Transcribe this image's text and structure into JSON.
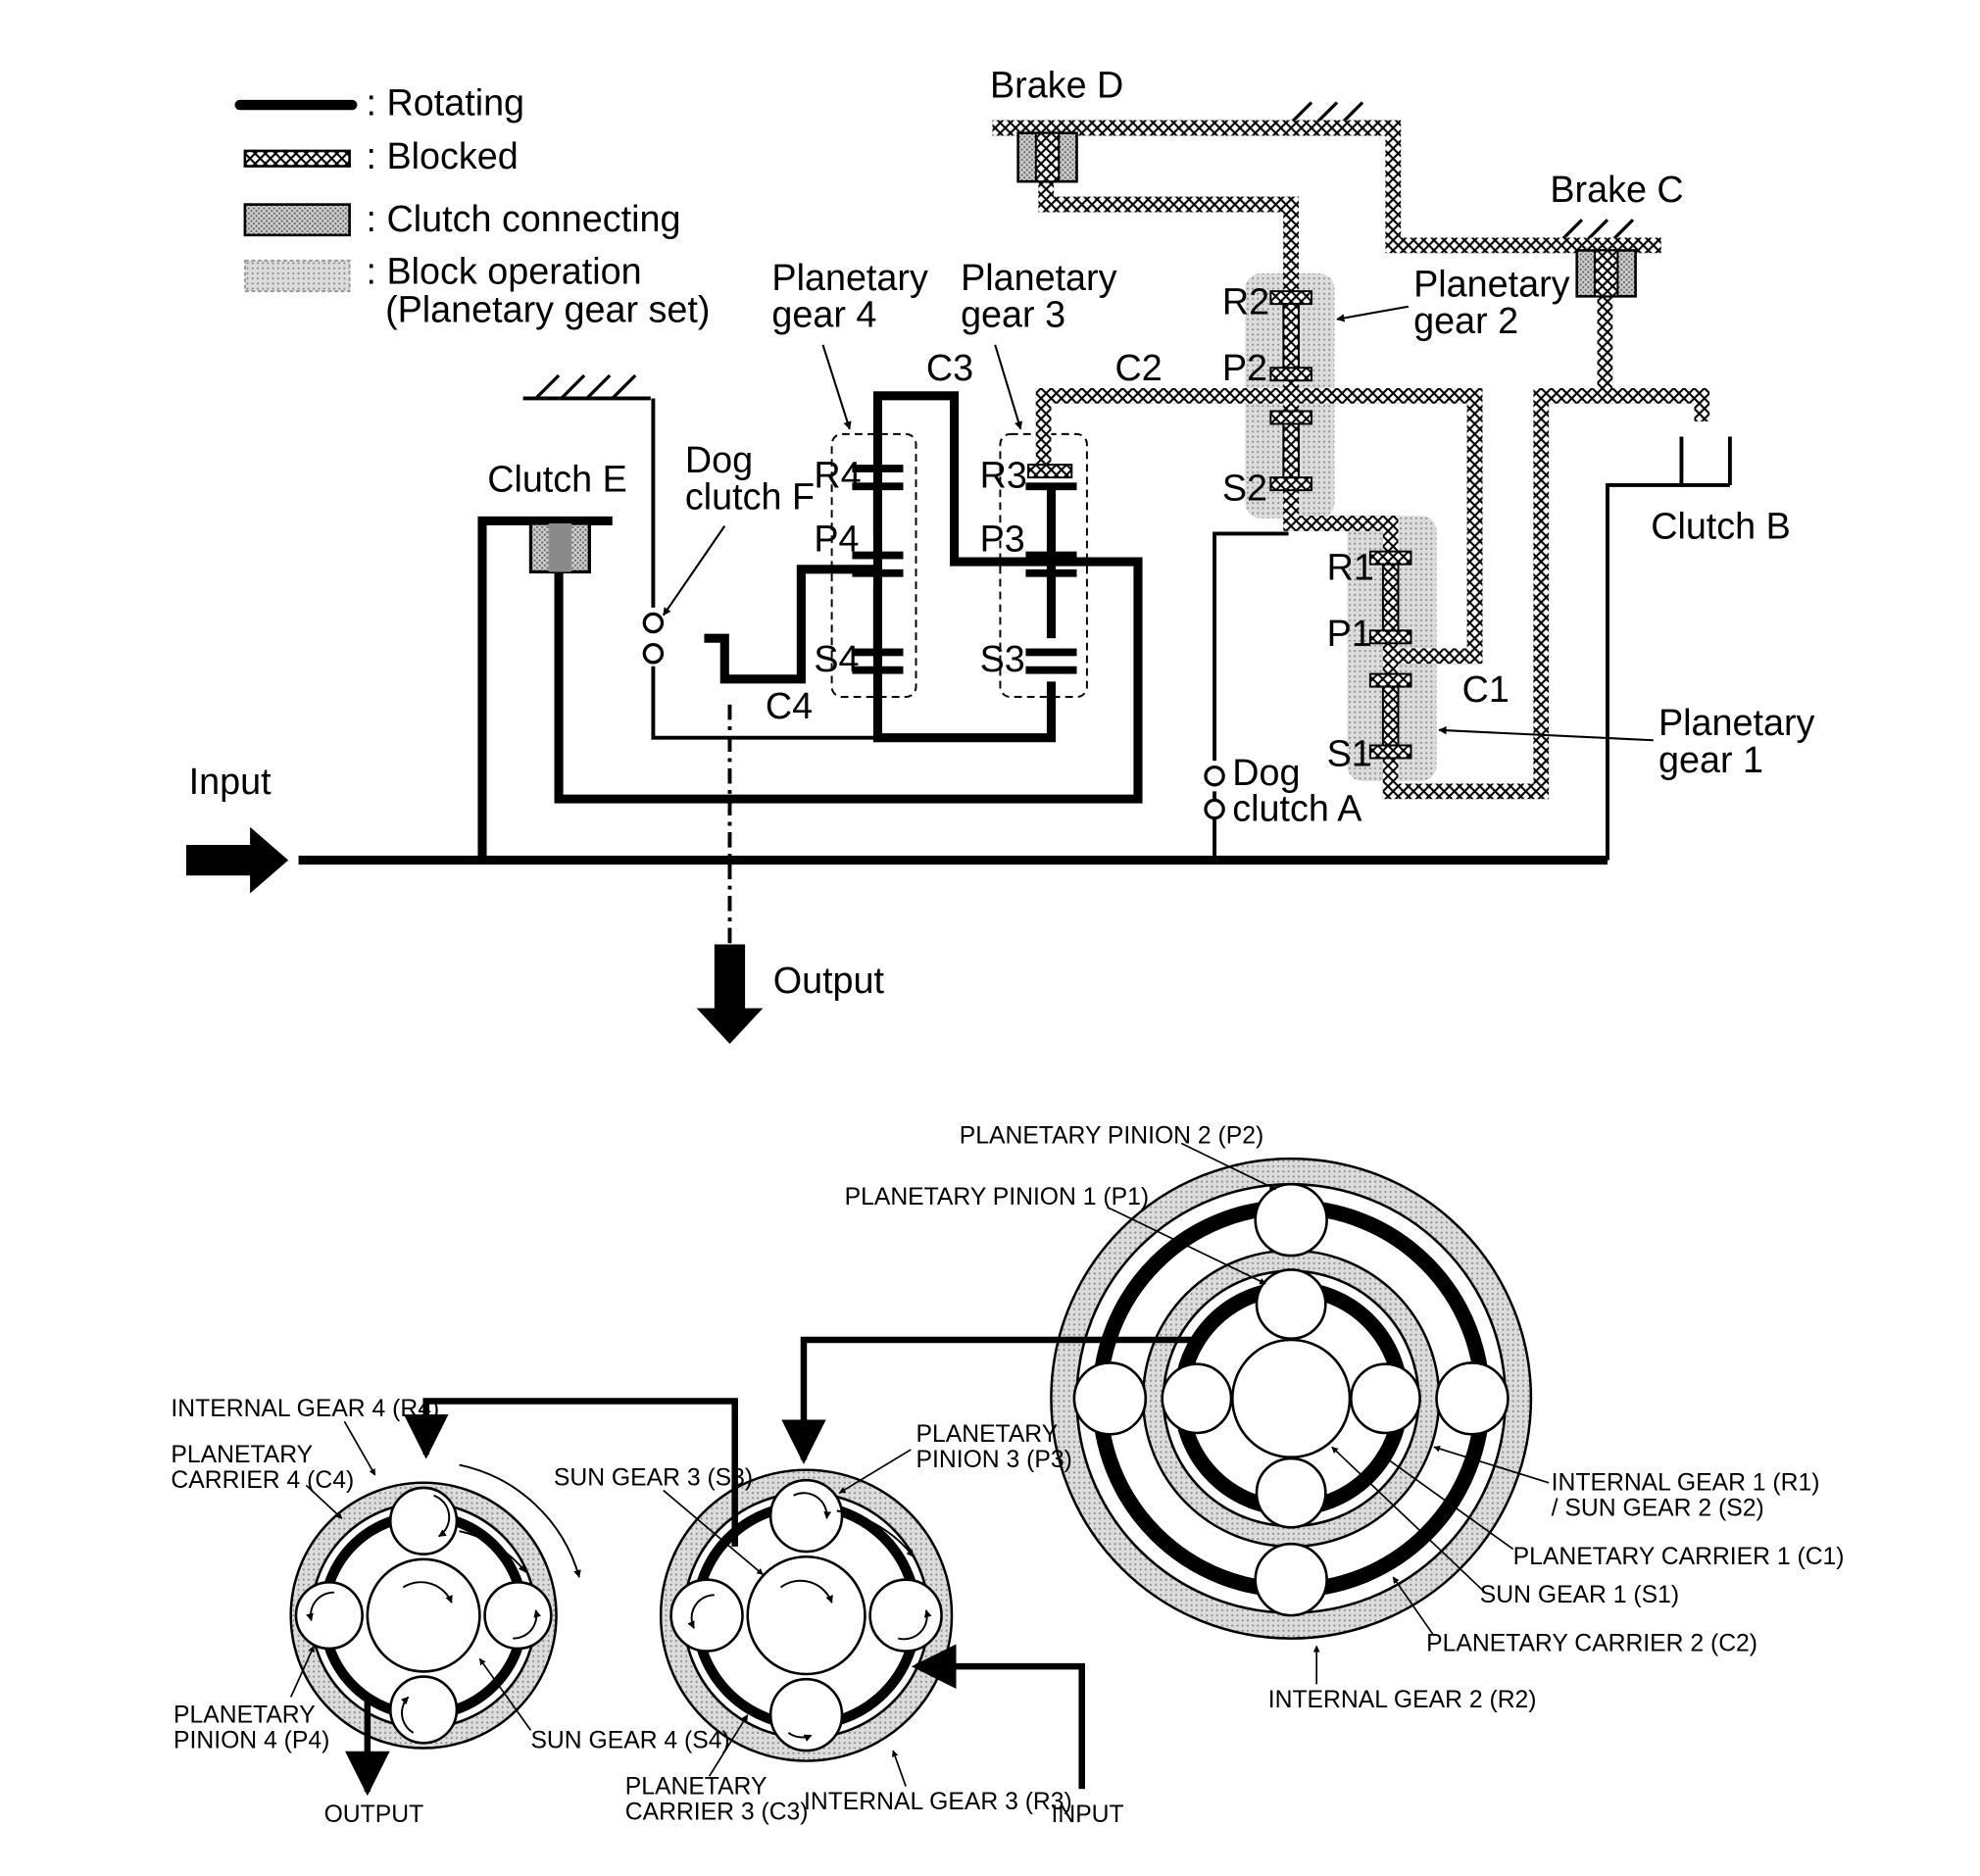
{
  "legend": {
    "rotating": ": Rotating",
    "blocked": ": Blocked",
    "clutch_connecting": ": Clutch connecting",
    "block_operation_1": ": Block operation",
    "block_operation_2": "(Planetary gear set)"
  },
  "schematic": {
    "brake_d": "Brake D",
    "brake_c": "Brake C",
    "clutch_b": "Clutch B",
    "clutch_e": "Clutch E",
    "dog_clutch_f_1": "Dog",
    "dog_clutch_f_2": "clutch F",
    "dog_clutch_a_1": "Dog",
    "dog_clutch_a_2": "clutch A",
    "pg4_1": "Planetary",
    "pg4_2": "gear 4",
    "pg3_1": "Planetary",
    "pg3_2": "gear 3",
    "pg2_1": "Planetary",
    "pg2_2": "gear 2",
    "pg1_1": "Planetary",
    "pg1_2": "gear 1",
    "input": "Input",
    "output": "Output",
    "r4": "R4",
    "p4": "P4",
    "s4": "S4",
    "c4": "C4",
    "c3": "C3",
    "r3": "R3",
    "p3": "P3",
    "s3": "S3",
    "c2": "C2",
    "r2": "R2",
    "p2": "P2",
    "s2": "S2",
    "r1": "R1",
    "p1": "P1",
    "s1": "S1",
    "c1": "C1"
  },
  "bottom": {
    "internal_gear_4": "INTERNAL GEAR 4 (R4)",
    "carrier_4_1": "PLANETARY",
    "carrier_4_2": "CARRIER 4 (C4)",
    "pinion_4_1": "PLANETARY",
    "pinion_4_2": "PINION 4 (P4)",
    "sun_gear_4": "SUN GEAR 4 (S4)",
    "output": "OUTPUT",
    "sun_gear_3": "SUN GEAR 3 (S3)",
    "pinion_3_1": "PLANETARY",
    "pinion_3_2": "PINION 3 (P3)",
    "carrier_3_1": "PLANETARY",
    "carrier_3_2": "CARRIER 3 (C3)",
    "internal_gear_3": "INTERNAL GEAR 3 (R3)",
    "input": "INPUT",
    "pinion_2": "PLANETARY PINION 2 (P2)",
    "pinion_1": "PLANETARY PINION 1 (P1)",
    "internal_gear_1_1": "INTERNAL GEAR 1 (R1)",
    "internal_gear_1_2": "/ SUN GEAR 2 (S2)",
    "carrier_1": "PLANETARY CARRIER 1 (C1)",
    "sun_gear_1": "SUN GEAR 1 (S1)",
    "carrier_2": "PLANETARY CARRIER 2 (C2)",
    "internal_gear_2": "INTERNAL GEAR 2 (R2)"
  }
}
